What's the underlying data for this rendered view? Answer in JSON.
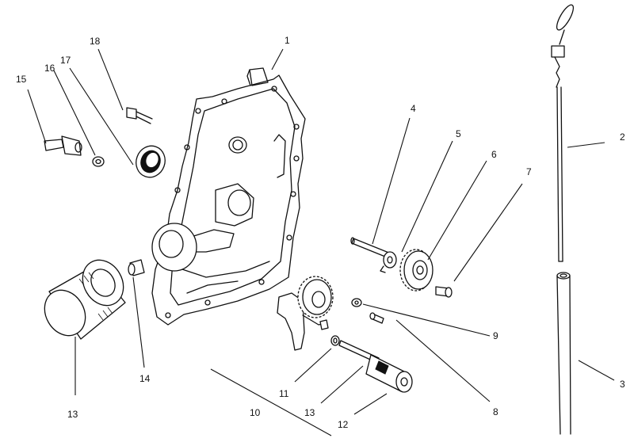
{
  "callouts": {
    "c1": "1",
    "c2": "2",
    "c3": "3",
    "c4": "4",
    "c5": "5",
    "c6": "6",
    "c7": "7",
    "c8": "8",
    "c9": "9",
    "c10": "10",
    "c11": "11",
    "c12": "12",
    "c13a": "13",
    "c13b": "13",
    "c14": "14",
    "c15": "15",
    "c16": "16",
    "c17": "17",
    "c18": "18"
  }
}
